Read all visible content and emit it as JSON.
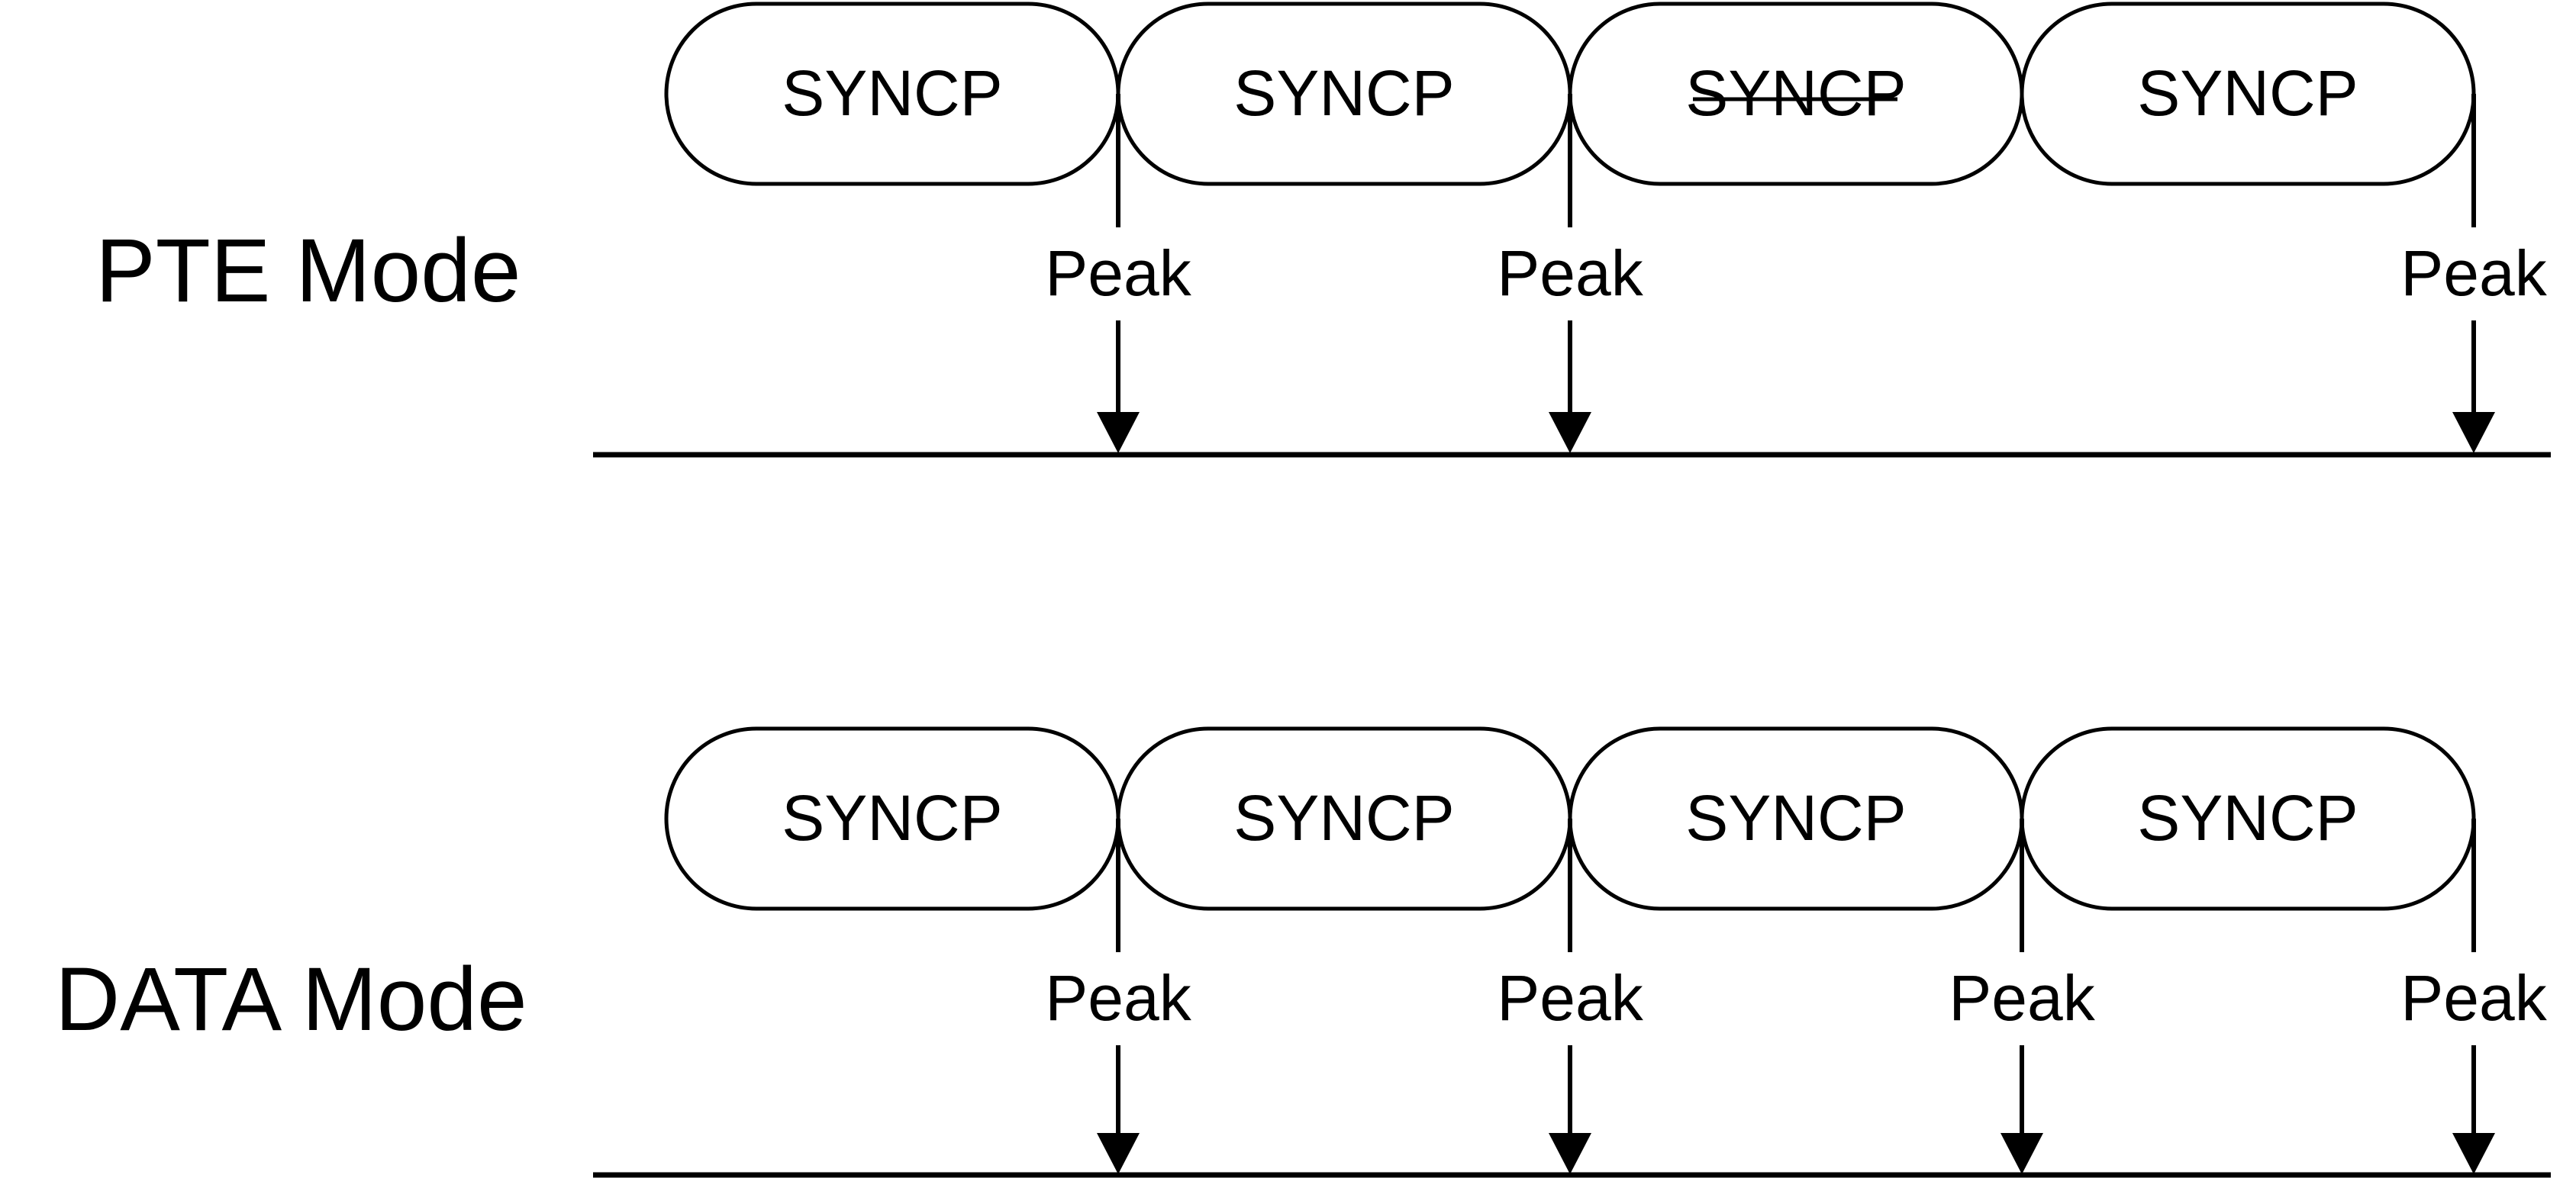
{
  "rows": [
    {
      "mode_label": "PTE Mode",
      "segments": [
        {
          "label": "SYNCP",
          "struck": false
        },
        {
          "label": "SYNCP",
          "struck": false
        },
        {
          "label": "SYNCP",
          "struck": true
        },
        {
          "label": "SYNCP",
          "struck": false
        }
      ],
      "peaks": [
        {
          "label": "Peak",
          "boundary": 1
        },
        {
          "label": "Peak",
          "boundary": 2
        },
        {
          "label": "Peak",
          "boundary": 4
        }
      ]
    },
    {
      "mode_label": "DATA Mode",
      "segments": [
        {
          "label": "SYNCP",
          "struck": false
        },
        {
          "label": "SYNCP",
          "struck": false
        },
        {
          "label": "SYNCP",
          "struck": false
        },
        {
          "label": "SYNCP",
          "struck": false
        }
      ],
      "peaks": [
        {
          "label": "Peak",
          "boundary": 1
        },
        {
          "label": "Peak",
          "boundary": 2
        },
        {
          "label": "Peak",
          "boundary": 3
        },
        {
          "label": "Peak",
          "boundary": 4
        }
      ]
    }
  ],
  "colors": {
    "stroke": "#000000",
    "background": "#ffffff"
  }
}
